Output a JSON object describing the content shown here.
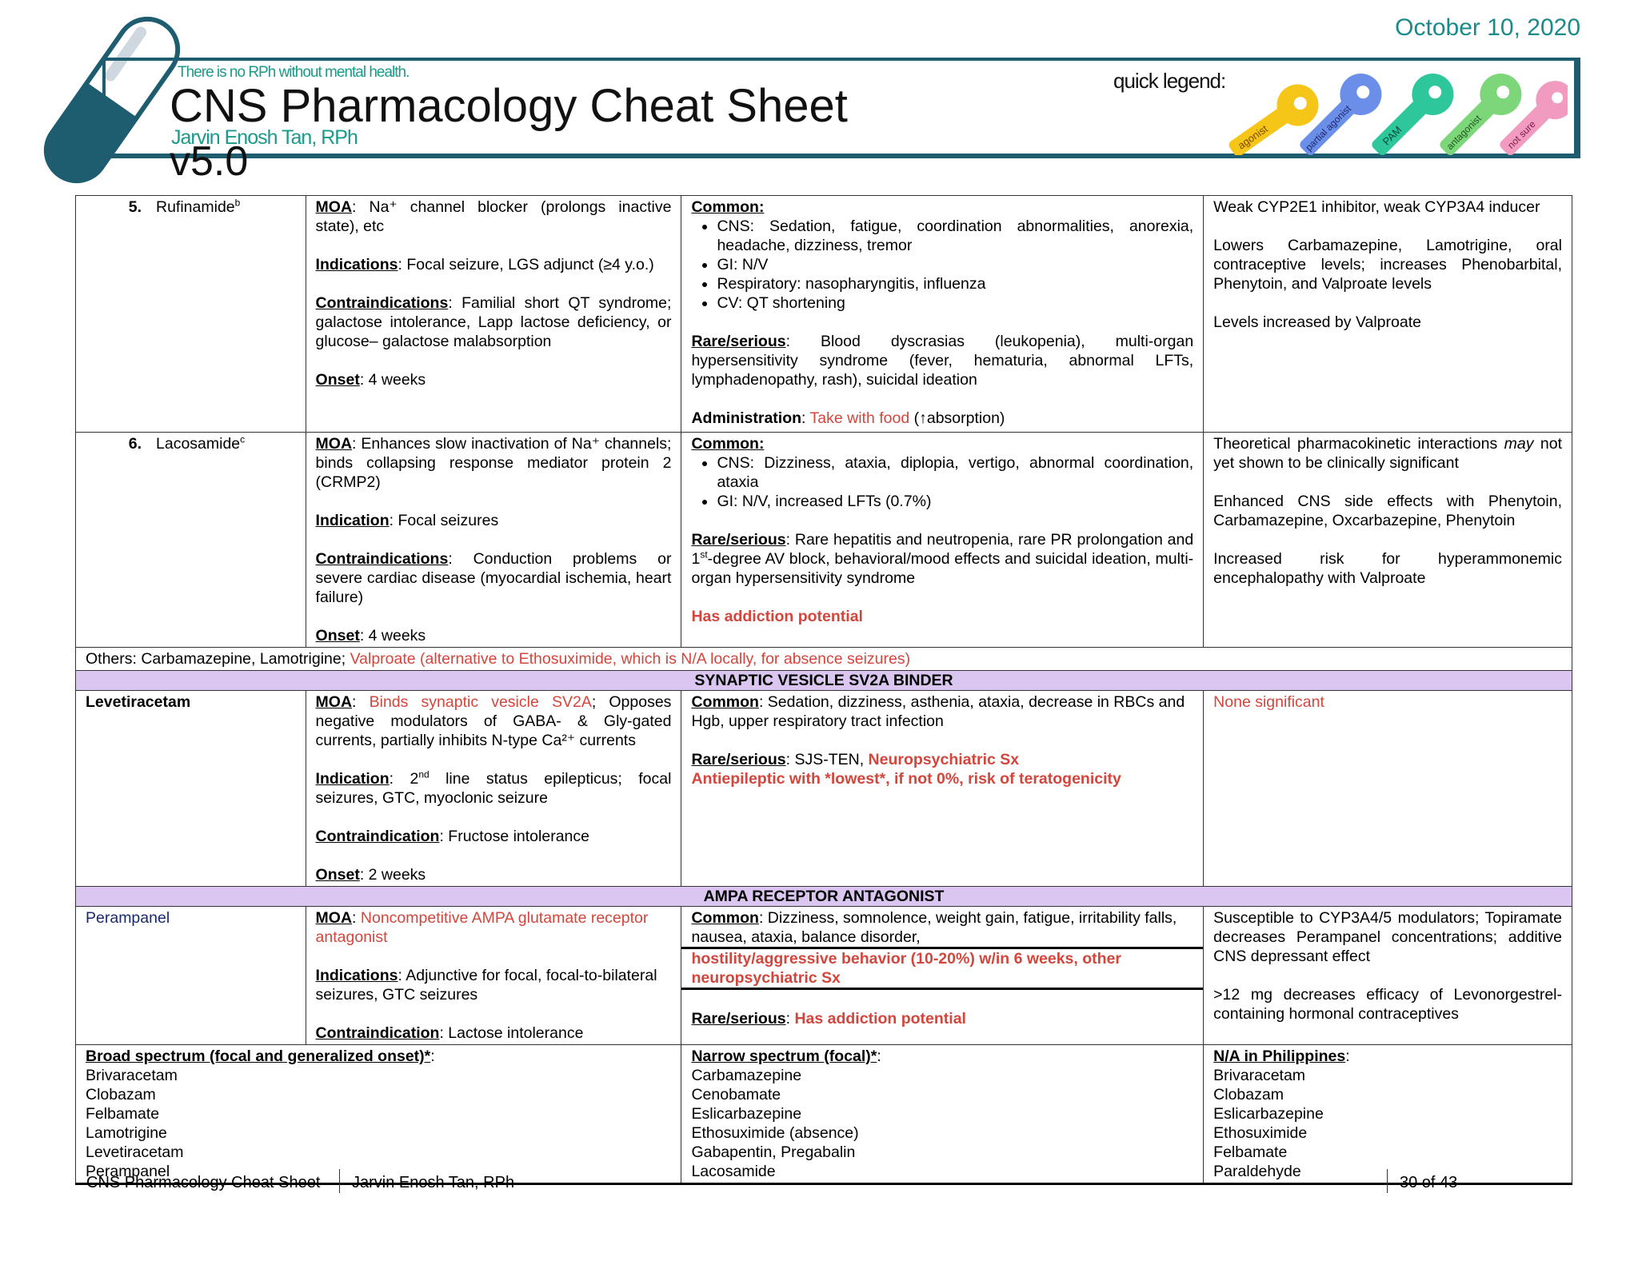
{
  "header": {
    "date": "October 10, 2020",
    "tagline": "There is no RPh without mental health.",
    "title": "CNS Pharmacology Cheat Sheet",
    "author": "Jarvin Enosh Tan, RPh",
    "version": "v5.0",
    "legend_label": "quick legend:",
    "legend_keys": [
      {
        "label": "agonist",
        "color": "#f5c518"
      },
      {
        "label": "partial agonist",
        "color": "#6b8ee8"
      },
      {
        "label": "PAM",
        "color": "#2dc79b"
      },
      {
        "label": "antagonist",
        "color": "#7ed67a"
      },
      {
        "label": "not sure",
        "color": "#f29bc0"
      }
    ]
  },
  "rows": {
    "rufinamide": {
      "num": "5.",
      "name": "Rufinamide",
      "name_sup": "b",
      "moa_label": "MOA",
      "moa_text": ": Na⁺ channel blocker (prolongs inactive state), etc",
      "ind_label": "Indications",
      "ind_text": ": Focal seizure, LGS adjunct (≥4 y.o.)",
      "ci_label": "Contraindications",
      "ci_text": ": Familial short QT syndrome; galactose intolerance, Lapp lactose deficiency, or glucose– galactose malabsorption",
      "onset_label": "Onset",
      "onset_text": ": 4 weeks",
      "common_label": "Common:",
      "common_items": [
        "CNS: Sedation, fatigue, coordination abnormalities, anorexia, headache, dizziness, tremor",
        "GI: N/V",
        "Respiratory: nasopharyngitis, influenza",
        "CV: QT shortening"
      ],
      "rare_label": "Rare/serious",
      "rare_text": ": Blood dyscrasias (leukopenia), multi-organ hypersensitivity syndrome (fever, hematuria, abnormal LFTs, lymphadenopathy, rash), suicidal ideation",
      "admin_label": "Administration",
      "admin_sep": ": ",
      "admin_red": "Take with food",
      "admin_text": " (↑absorption)",
      "inter_1": "Weak CYP2E1 inhibitor, weak CYP3A4 inducer",
      "inter_2": "Lowers Carbamazepine, Lamotrigine, oral contraceptive levels; increases Phenobarbital, Phenytoin, and Valproate levels",
      "inter_3": "Levels increased by Valproate"
    },
    "lacosamide": {
      "num": "6.",
      "name": "Lacosamide",
      "name_sup": "c",
      "moa_label": "MOA",
      "moa_text": ": Enhances slow inactivation of Na⁺ channels; binds collapsing response mediator protein 2 (CRMP2)",
      "ind_label": "Indication",
      "ind_text": ": Focal seizures",
      "ci_label": "Contraindications",
      "ci_text": ": Conduction problems or severe cardiac disease (myocardial ischemia, heart failure)",
      "onset_label": "Onset",
      "onset_text": ": 4 weeks",
      "common_label": "Common:",
      "common_items": [
        "CNS: Dizziness, ataxia, diplopia, vertigo, abnormal coordination, ataxia",
        "GI: N/V, increased LFTs (0.7%)"
      ],
      "rare_label": "Rare/serious",
      "rare_text_a": ": Rare hepatitis and neutropenia, rare PR prolongation and 1",
      "rare_sup": "st",
      "rare_text_b": "-degree AV block, behavioral/mood effects and suicidal ideation, multi-organ hypersensitivity syndrome",
      "addiction": "Has addiction potential",
      "inter_1a": "Theoretical pharmacokinetic interactions ",
      "inter_1b": "may",
      "inter_1c": " not yet shown to be clinically significant",
      "inter_2": "Enhanced CNS side effects with Phenytoin, Carbamazepine, Oxcarbazepine, Phenytoin",
      "inter_3": "Increased risk for hyperammonemic encephalopathy with Valproate"
    },
    "others": {
      "text": "Others: Carbamazepine, Lamotrigine; ",
      "red": "Valproate (alternative to Ethosuximide, which is N/A locally, for absence seizures)"
    },
    "sv2a_header": "SYNAPTIC VESICLE SV2A BINDER",
    "levetiracetam": {
      "name": "Levetiracetam",
      "moa_label": "MOA",
      "moa_sep": ": ",
      "moa_red": "Binds synaptic vesicle SV2A",
      "moa_text": "; Opposes negative modulators of GABA- & Gly-gated currents, partially inhibits N-type Ca²⁺ currents",
      "ind_label": "Indication",
      "ind_text_a": ": 2",
      "ind_sup": "nd",
      "ind_text_b": " line status epilepticus; focal seizures, GTC, myoclonic seizure",
      "ci_label": "Contraindication",
      "ci_text": ": Fructose intolerance",
      "onset_label": "Onset",
      "onset_text": ": 2 weeks",
      "common_label": "Common",
      "common_text": ": Sedation, dizziness, asthenia, ataxia, decrease in RBCs and Hgb, upper respiratory tract infection",
      "rare_label": "Rare/serious",
      "rare_text": ": SJS-TEN, ",
      "rare_red": "Neuropsychiatric Sx",
      "teratogen": "Antiepileptic with *lowest*, if not 0%, risk of teratogenicity",
      "inter": "None significant"
    },
    "ampa_header": "AMPA RECEPTOR ANTAGONIST",
    "perampanel": {
      "name": "Perampanel",
      "moa_label": "MOA",
      "moa_sep": ": ",
      "moa_red": "Noncompetitive AMPA glutamate receptor antagonist",
      "ind_label": "Indications",
      "ind_text": ": Adjunctive for focal, focal-to-bilateral seizures, GTC seizures",
      "ci_label": "Contraindication",
      "ci_text": ": Lactose intolerance",
      "common_label": "Common",
      "common_text": ": Dizziness, somnolence, weight gain, fatigue, irritability falls, nausea, ataxia, balance disorder,",
      "hostility": "hostility/aggressive behavior (10-20%) w/in 6 weeks, other neuropsychiatric Sx",
      "rare_label": "Rare/serious",
      "rare_sep": ": ",
      "rare_red": "Has addiction potential",
      "inter_1": "Susceptible to CYP3A4/5 modulators; Topiramate decreases Perampanel concentrations; additive CNS depressant effect",
      "inter_2": ">12 mg decreases efficacy of Levonorgestrel-containing hormonal contraceptives"
    },
    "spectrum": {
      "broad_label": "Broad spectrum (focal and generalized onset)*",
      "broad_items": [
        "Brivaracetam",
        "Clobazam",
        "Felbamate",
        "Lamotrigine",
        "Levetiracetam",
        "Perampanel"
      ],
      "narrow_label": "Narrow spectrum (focal)*",
      "narrow_items": [
        "Carbamazepine",
        "Cenobamate",
        "Eslicarbazepine",
        "Ethosuximide (absence)",
        "Gabapentin, Pregabalin",
        "Lacosamide"
      ],
      "na_label": "N/A in Philippines",
      "na_items": [
        "Brivaracetam",
        "Clobazam",
        "Eslicarbazepine",
        "Ethosuximide",
        "Felbamate",
        "Paraldehyde"
      ]
    }
  },
  "footer": {
    "title": "CNS Pharmacology Cheat Sheet",
    "author": "Jarvin Enosh Tan, RPh",
    "page": "30 of 43"
  }
}
